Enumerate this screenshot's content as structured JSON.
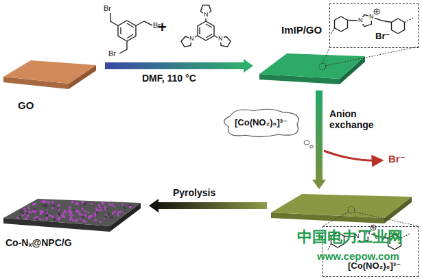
{
  "diagram": {
    "nodes": [
      {
        "text": [
          "GO"
        ]
      },
      {
        "text": [
          "ImIP/GO"
        ]
      },
      {
        "text": [
          "Br⁻"
        ]
      },
      {
        "text": [
          "[Co(NO₂)₆]³⁻"
        ]
      },
      {
        "text": [
          "[Co(NO₂)₆]³⁻"
        ]
      },
      {
        "text": [
          "Co-Nₓ@NPC/G"
        ]
      }
    ],
    "edges": [
      {
        "from": 0,
        "to": 1,
        "arrow": "to",
        "label": "DMF, 110 °C"
      },
      {
        "from": 1,
        "to": 2,
        "arrow": "none"
      },
      {
        "from": 1,
        "to": 4,
        "arrow": "to",
        "label": "Anion exchange"
      },
      {
        "from": 4,
        "to": 5,
        "arrow": "to",
        "label": "Pyrolysis"
      }
    ],
    "labels": [
      "+",
      "Br",
      "Br",
      "Br",
      "N",
      "N",
      "N",
      "N",
      "N",
      "N",
      "N",
      "Br⁻",
      "中国电力工业网",
      "www.cepow.com"
    ]
  }
}
